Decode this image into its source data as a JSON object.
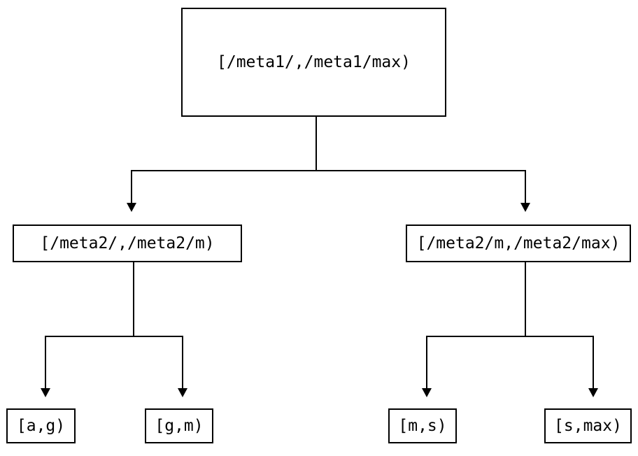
{
  "diagram": {
    "type": "tree",
    "orientation": "top-down",
    "background_color": "#ffffff",
    "line_color": "#000000",
    "text_color": "#000000",
    "nodes": {
      "root": {
        "label": "[/meta1/,/meta1/max)"
      },
      "mid_left": {
        "label": "[/meta2/,/meta2/m)"
      },
      "mid_right": {
        "label": "[/meta2/m,/meta2/max)"
      },
      "leaf_1": {
        "label": "[a,g)"
      },
      "leaf_2": {
        "label": "[g,m)"
      },
      "leaf_3": {
        "label": "[m,s)"
      },
      "leaf_4": {
        "label": "[s,max)"
      }
    }
  }
}
